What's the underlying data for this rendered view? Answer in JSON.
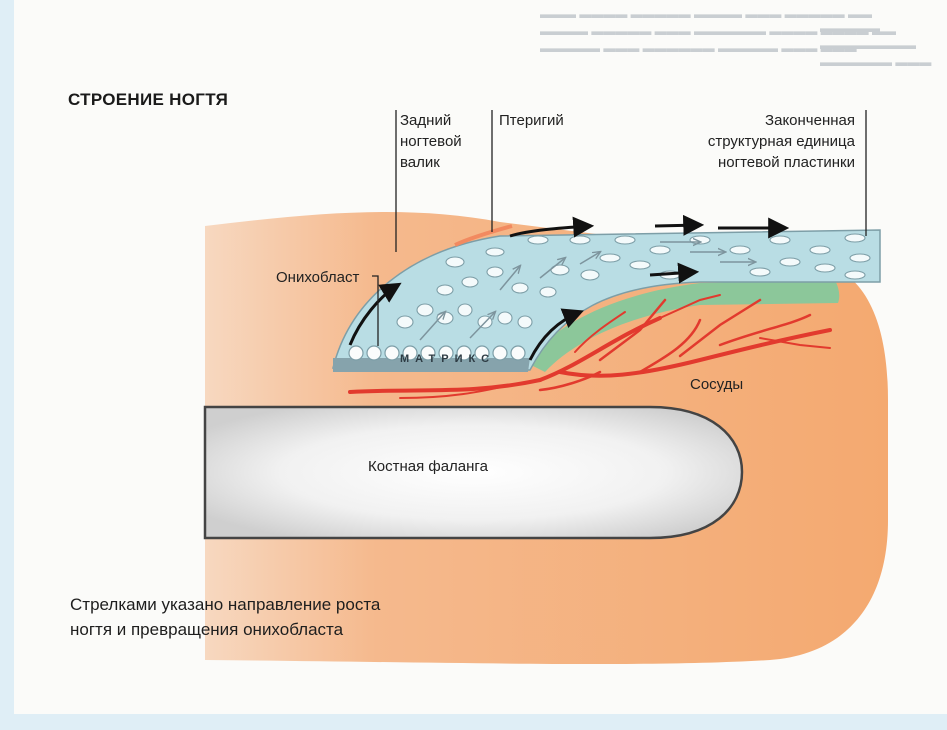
{
  "title": "СТРОЕНИЕ НОГТЯ",
  "labels": {
    "posterior_fold_1": "Задний",
    "posterior_fold_2": "ногтевой",
    "posterior_fold_3": "валик",
    "pterygium": "Птеригий",
    "finished_1": "Законченная",
    "finished_2": "структурная единица",
    "finished_3": "ногтевой пластинки",
    "onychoblast": "Онихобласт",
    "matrix": "МАТРИКС",
    "vessels": "Сосуды",
    "bone": "Костная фаланга"
  },
  "caption": {
    "line1": "Стрелками указано направление роста",
    "line2": "ногтя и превращения онихобласта"
  },
  "colors": {
    "skin": "#f4a970",
    "nail_plate": "#b9dde4",
    "nail_bed": "#8cc79a",
    "vessels": "#e23a2e",
    "bone": "#f1f1f1",
    "background": "#dfeef6"
  }
}
